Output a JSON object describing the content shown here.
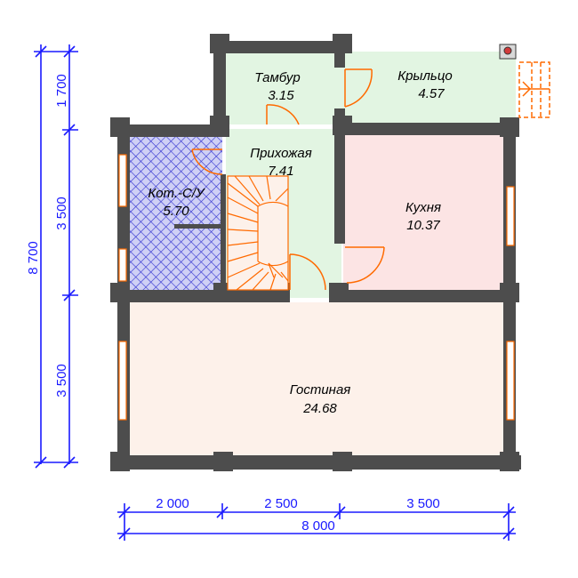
{
  "rooms": {
    "tambur": {
      "name": "Тамбур",
      "area": "3.15"
    },
    "krylco": {
      "name": "Крыльцо",
      "area": "4.57"
    },
    "prihozh": {
      "name": "Прихожая",
      "area": "7.41"
    },
    "kot": {
      "name": "Кот.-С/У",
      "area": "5.70"
    },
    "kuhnya": {
      "name": "Кухня",
      "area": "10.37"
    },
    "gostinaya": {
      "name": "Гостиная",
      "area": "24.68"
    }
  },
  "dimensions": {
    "left": [
      "1 700",
      "3 500",
      "3 500"
    ],
    "left_total": "8 700",
    "bottom": [
      "2 000",
      "2 500",
      "3 500"
    ],
    "bottom_total": "8 000"
  },
  "colors": {
    "wall": "#4d4d4d",
    "vestibule_fill": "#e2f5e2",
    "kitchen_fill": "#fce4e4",
    "living_fill": "#fdf1ea",
    "boiler_fill": "#cfd0f5",
    "boiler_hatch": "#2f2fd0",
    "door": "#ff6a00",
    "dimension": "#1a1aff"
  }
}
